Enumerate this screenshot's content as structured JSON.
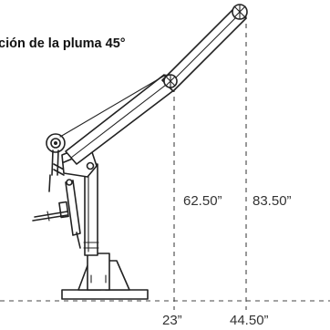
{
  "diagram": {
    "title": "ción de la pluma 45°",
    "dimensions": {
      "height_inner": "62.50”",
      "height_outer": "83.50”",
      "reach_inner": "23”",
      "reach_outer": "44.50”"
    },
    "boom_angle_deg": 45
  }
}
